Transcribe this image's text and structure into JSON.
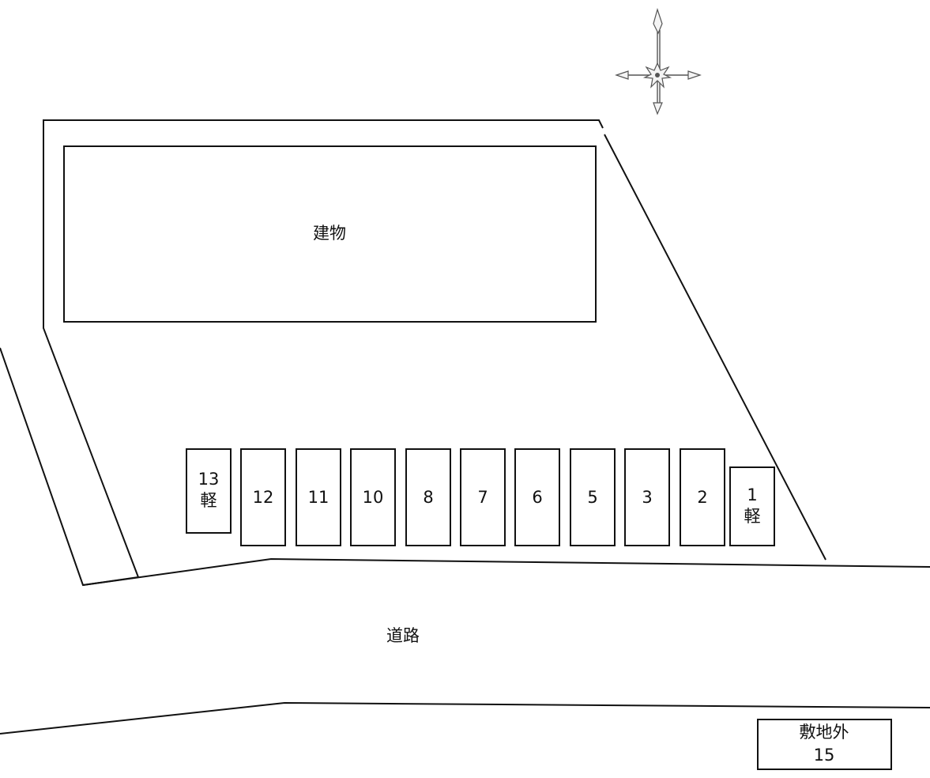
{
  "building": {
    "label": "建物"
  },
  "road": {
    "label": "道路"
  },
  "parking_spaces": [
    {
      "line1": "13",
      "line2": "軽"
    },
    {
      "line1": "12",
      "line2": ""
    },
    {
      "line1": "11",
      "line2": ""
    },
    {
      "line1": "10",
      "line2": ""
    },
    {
      "line1": "8",
      "line2": ""
    },
    {
      "line1": "7",
      "line2": ""
    },
    {
      "line1": "6",
      "line2": ""
    },
    {
      "line1": "5",
      "line2": ""
    },
    {
      "line1": "3",
      "line2": ""
    },
    {
      "line1": "2",
      "line2": ""
    },
    {
      "line1": "1",
      "line2": "軽"
    }
  ],
  "offsite_space": {
    "line1": "敷地外",
    "line2": "15"
  },
  "compass": {
    "icon": "north-arrow-icon"
  }
}
